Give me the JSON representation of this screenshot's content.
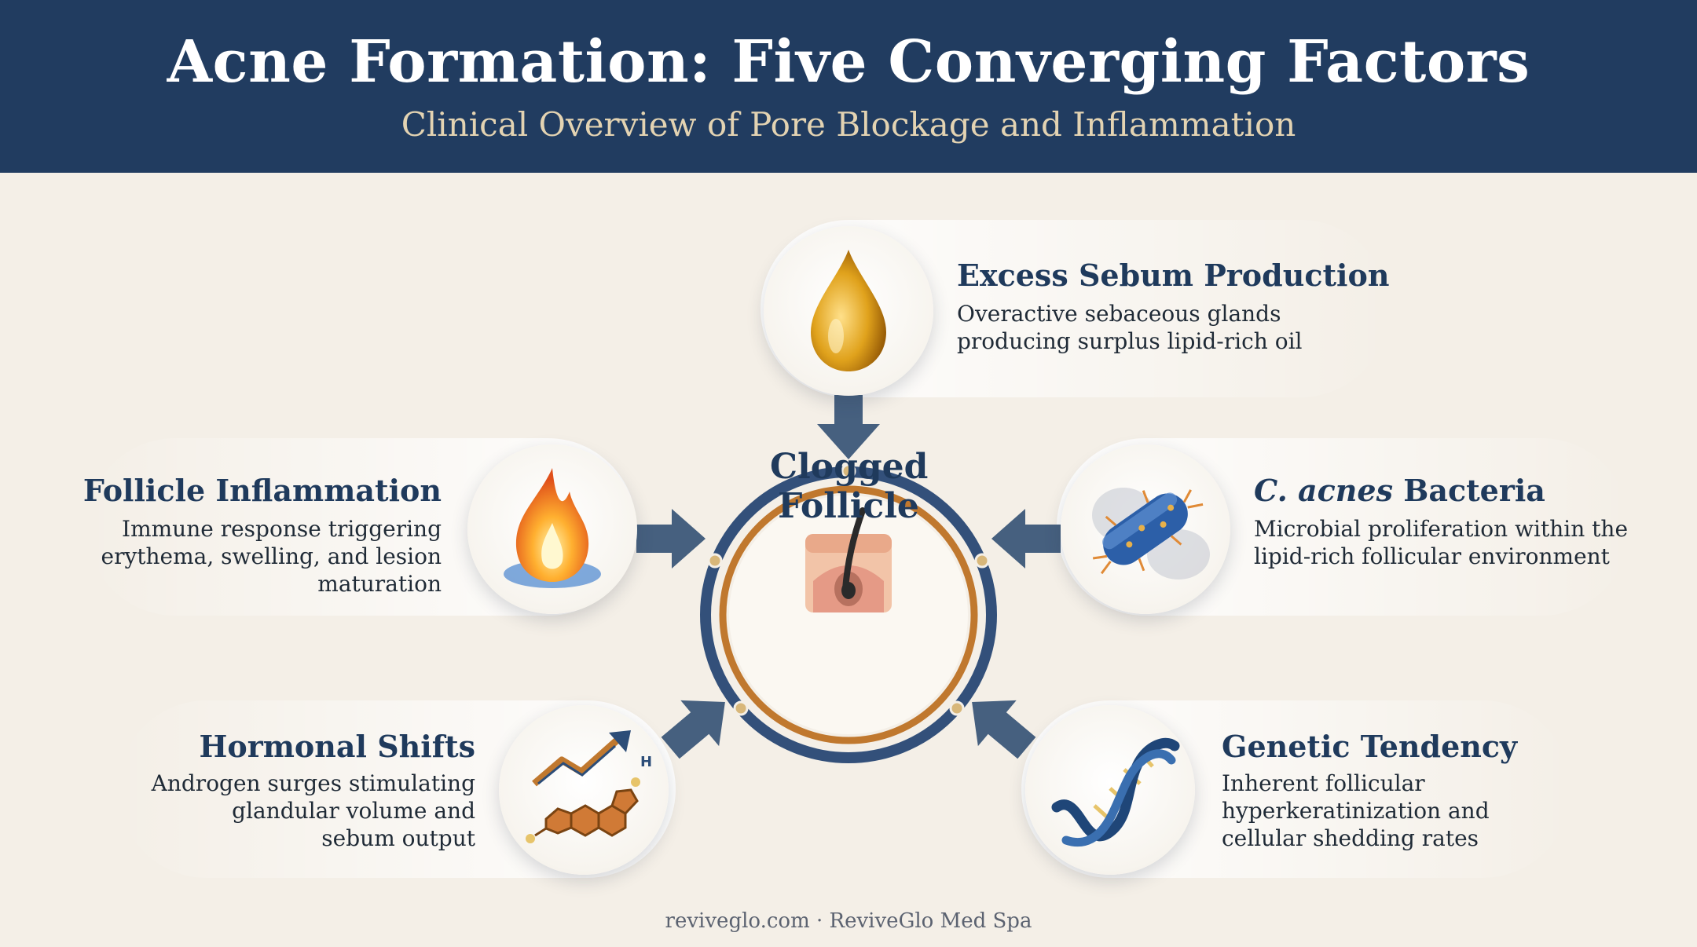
{
  "header": {
    "title": "Acne Formation: Five Converging Factors",
    "subtitle": "Clinical Overview of Pore Blockage and Inflammation"
  },
  "center": {
    "label_line1": "Clogged",
    "label_line2": "Follicle"
  },
  "factors": {
    "sebum": {
      "title": "Excess Sebum Production",
      "desc_line1": "Overactive sebaceous glands",
      "desc_line2": "producing surplus lipid-rich oil",
      "icon": "oil-drop-icon"
    },
    "inflammation": {
      "title": "Follicle Inflammation",
      "desc_line1": "Immune response triggering",
      "desc_line2": "erythema, swelling, and lesion",
      "desc_line3": "maturation",
      "icon": "flame-icon"
    },
    "bacteria": {
      "title_italic": "C. acnes",
      "title_rest": " Bacteria",
      "desc_line1": "Microbial proliferation within the",
      "desc_line2": "lipid-rich follicular environment",
      "icon": "bacteria-icon"
    },
    "hormonal": {
      "title": "Hormonal Shifts",
      "desc_line1": "Androgen surges stimulating",
      "desc_line2": "glandular volume and",
      "desc_line3": "sebum output",
      "icon": "hormone-molecule-icon",
      "icon_label": "H"
    },
    "genetic": {
      "title": "Genetic Tendency",
      "desc_line1": "Inherent follicular",
      "desc_line2": "hyperkeratinization and",
      "desc_line3": "cellular shedding rates",
      "icon": "dna-icon"
    }
  },
  "colors": {
    "navy": "#213c60",
    "copper": "#c0782e",
    "cream": "#f4efe7",
    "arrow": "#46607f"
  },
  "footer": {
    "text": "reviveglo.com · ReviveGlo Med Spa"
  }
}
